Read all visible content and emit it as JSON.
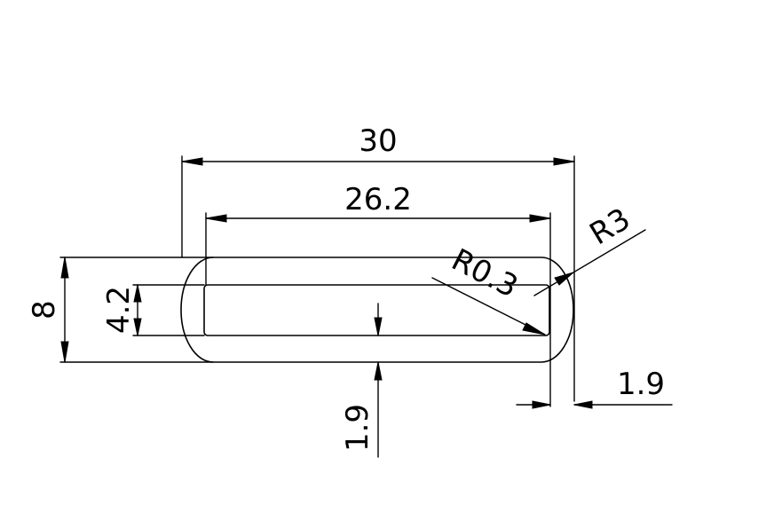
{
  "dimensions": {
    "overall_width": "30",
    "inner_width": "26.2",
    "overall_height": "8",
    "inner_height": "4.2",
    "wall_bottom": "1.9",
    "wall_side": "1.9",
    "outer_radius": "R3",
    "inner_radius": "R0.3"
  },
  "colors": {
    "stroke": "#000000",
    "background": "#ffffff"
  }
}
